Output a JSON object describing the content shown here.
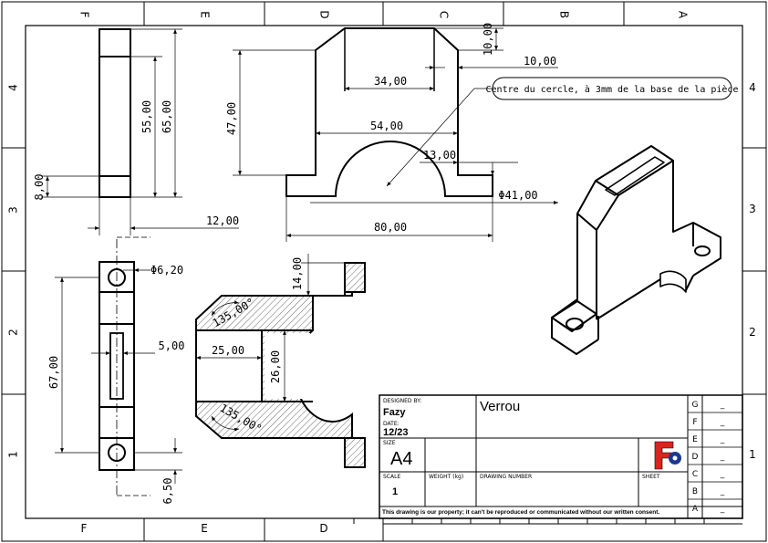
{
  "zones": {
    "columns": [
      "F",
      "E",
      "D",
      "C",
      "B",
      "A"
    ],
    "rows": [
      "4",
      "3",
      "2",
      "1"
    ]
  },
  "dimensions": {
    "top_left": {
      "h55": "55,00",
      "h65": "65,00",
      "h8": "8,00",
      "w12": "12,00"
    },
    "front": {
      "w34": "34,00",
      "w54": "54,00",
      "h47": "47,00",
      "h10": "10,00",
      "w10": "10,00",
      "w13": "13,00",
      "d41": "Φ41,00",
      "w80": "80,00"
    },
    "side": {
      "d62": "Φ6,20",
      "w5": "5,00",
      "h67": "67,00",
      "h650": "6,50"
    },
    "section": {
      "h14": "14,00",
      "w25": "25,00",
      "h26": "26,00",
      "a1": "135,00°",
      "a2": "135,00°"
    }
  },
  "callout": "Centre du cercle, à 3mm de la base de la pièce",
  "titleblock": {
    "designed_by_label": "DESIGNED BY:",
    "designer": "Fazy",
    "date_label": "DATE:",
    "date": "12/23",
    "size_label": "SIZE",
    "size": "A4",
    "scale_label": "SCALE",
    "scale": "1",
    "weight_label": "WEIGHT (kg)",
    "drawing_number_label": "DRAWING NUMBER",
    "sheet_label": "SHEET",
    "title": "Verrou",
    "note": "This drawing is our property; it can't be reproduced or communicated without our written consent.",
    "revisions": [
      "G",
      "F",
      "E",
      "D",
      "C",
      "B",
      "A"
    ],
    "revision_mark": "_"
  },
  "colors": {
    "logo_red": "#d9251d",
    "logo_blue": "#1a3a8f"
  }
}
